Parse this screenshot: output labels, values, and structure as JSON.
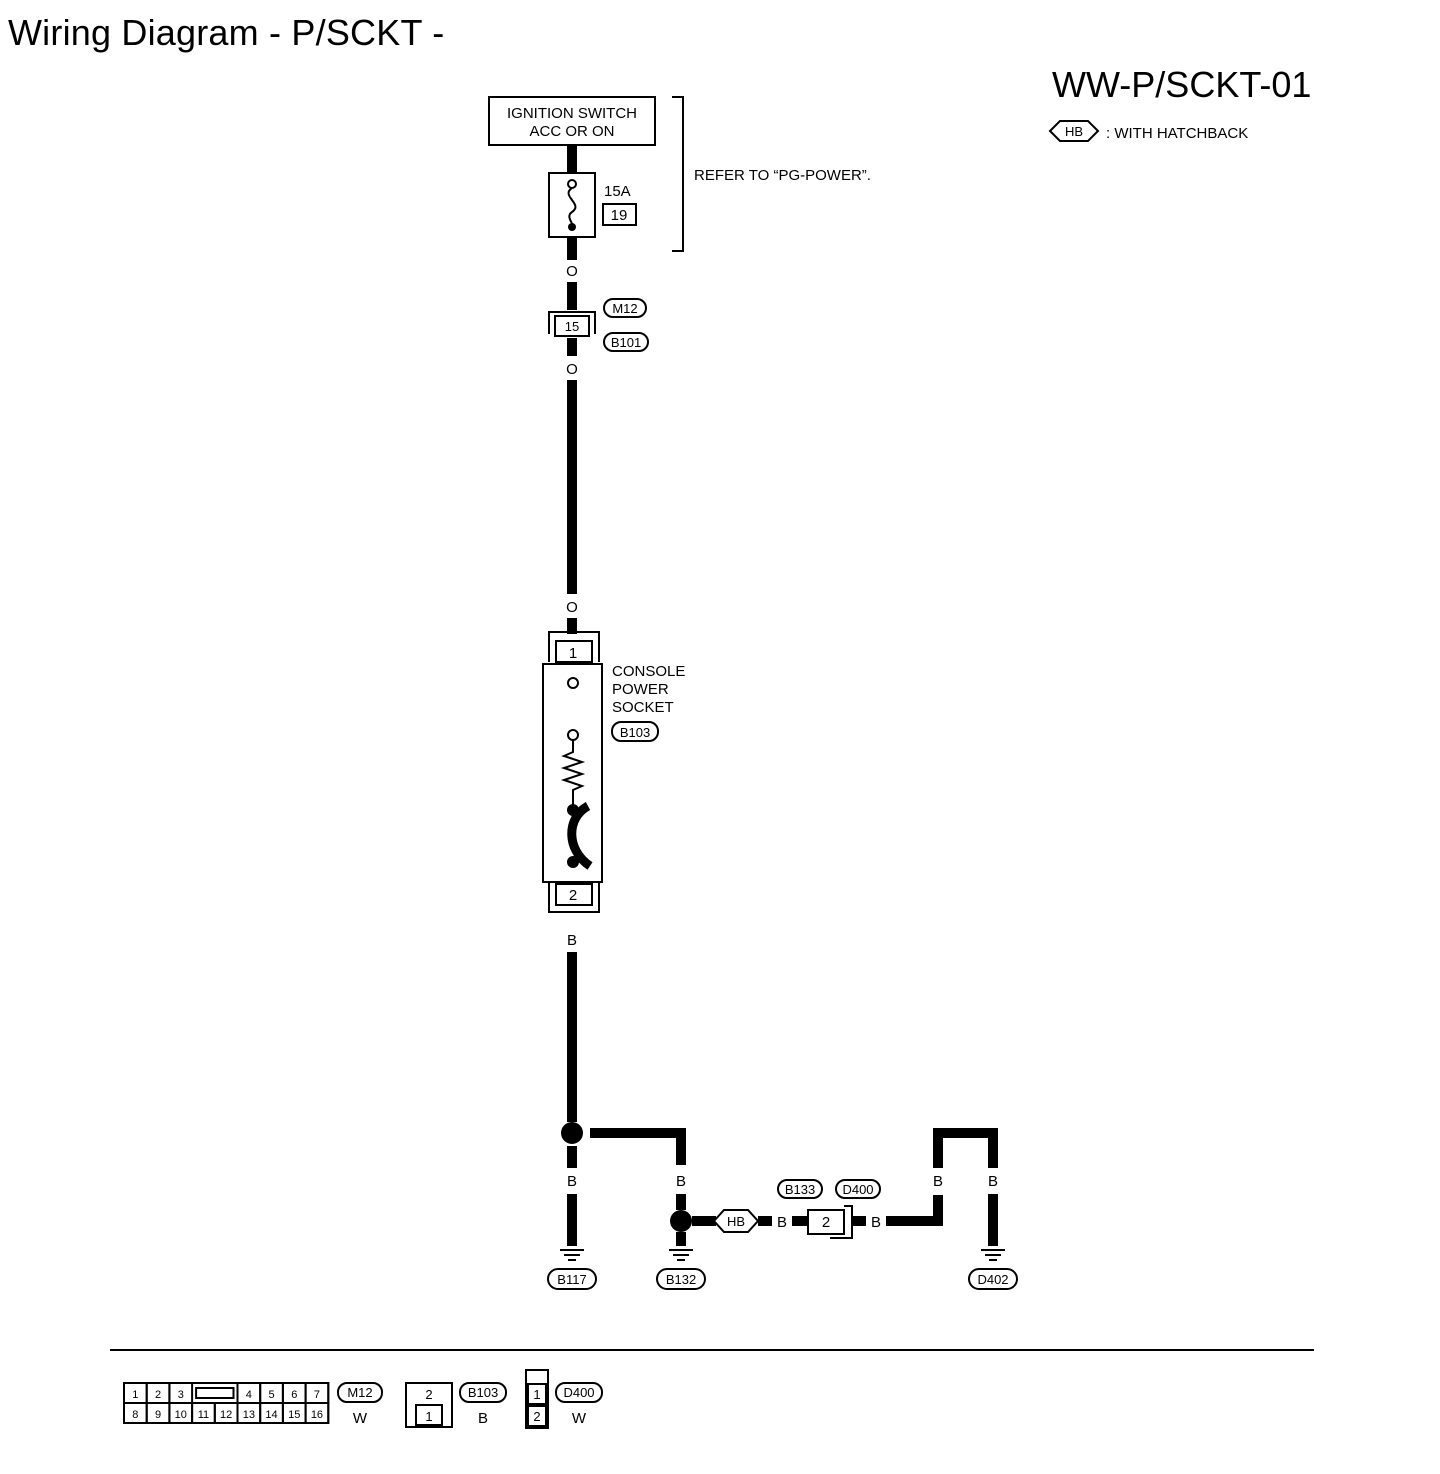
{
  "header": {
    "title": "Wiring Diagram - P/SCKT -",
    "code": "WW-P/SCKT-01"
  },
  "legend": {
    "tag": "HB",
    "text": ": WITH HATCHBACK"
  },
  "power_source": {
    "line1": "IGNITION SWITCH",
    "line2": "ACC OR ON",
    "refer": "REFER TO “PG-POWER”."
  },
  "fuse": {
    "rating": "15A",
    "number": "19"
  },
  "joint_connector": {
    "pin": "15",
    "connector_top": "M12",
    "connector_bottom": "B101"
  },
  "socket": {
    "line1": "CONSOLE",
    "line2": "POWER",
    "line3": "SOCKET",
    "connector": "B103",
    "pin_top": "1",
    "pin_bottom": "2"
  },
  "wire_colors": {
    "o1": "O",
    "o2": "O",
    "o3": "O",
    "b_main": "B",
    "b_left": "B",
    "b_right": "B",
    "b_hb": "B",
    "b_after": "B",
    "b_far1": "B",
    "b_far2": "B"
  },
  "hatchback_branch": {
    "tag": "HB",
    "pin": "2",
    "connector_a": "B133",
    "connector_b": "D400"
  },
  "grounds": {
    "g1": "B117",
    "g2": "B132",
    "g3": "D402"
  },
  "footer_connectors": {
    "m12": {
      "name": "M12",
      "color": "W",
      "top_row": [
        "1",
        "2",
        "3",
        "4",
        "5",
        "6",
        "7"
      ],
      "bottom_row": [
        "8",
        "9",
        "10",
        "11",
        "12",
        "13",
        "14",
        "15",
        "16"
      ]
    },
    "b103": {
      "name": "B103",
      "color": "B",
      "pins": [
        "2",
        "1"
      ]
    },
    "d400": {
      "name": "D400",
      "color": "W",
      "pins": [
        "1",
        "2"
      ]
    }
  }
}
